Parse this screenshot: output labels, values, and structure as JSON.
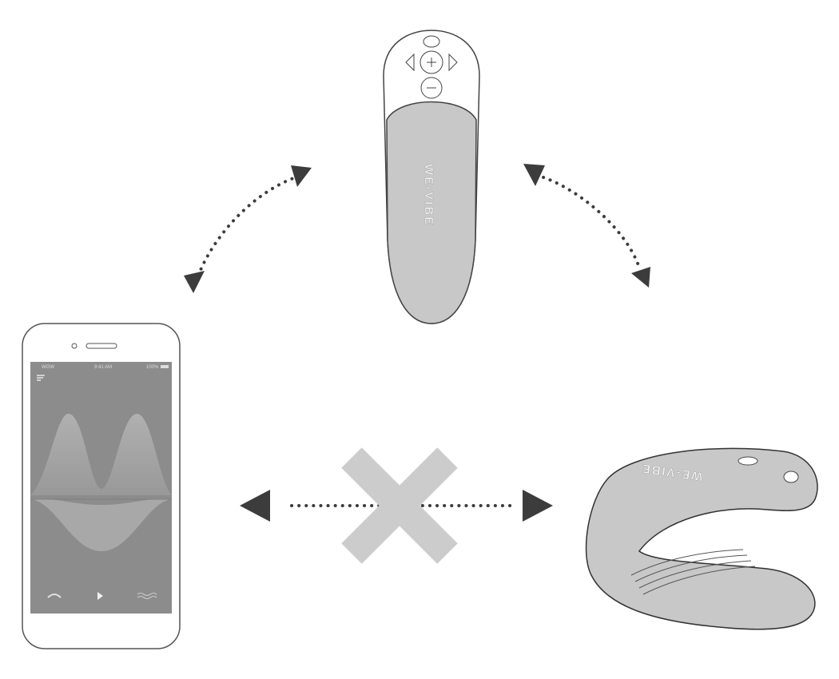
{
  "diagram": {
    "description_labels": [],
    "phone": {
      "status_bar": {
        "carrier": "WOW",
        "time": "9:41 AM",
        "battery": "100%"
      }
    },
    "brand": "WE-VIBE",
    "colors": {
      "device_fill": "#c8c8c8",
      "outline": "#333333",
      "arrow": "#3c3c3c",
      "cross": "#cccccc",
      "screen": "#8c8c8c"
    }
  }
}
